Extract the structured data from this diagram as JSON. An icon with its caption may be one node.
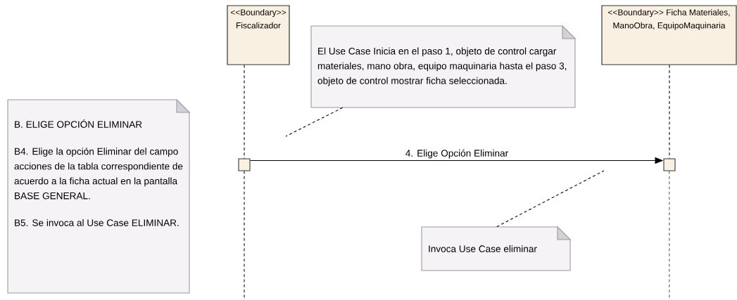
{
  "diagram": {
    "nodes": [
      {
        "text": [
          "<<Boundary>> Fiscalizador"
        ]
      },
      {
        "text": [
          "<<Boundary>> Ficha Materiales, ManoObra, EquipoMaquinaria"
        ]
      },
      {
        "text": [
          "El Use Case Inicia en el paso 1, objeto de control cargar materiales, mano obra, equipo maquinaria hasta el paso 3, objeto de control mostrar ficha seleccionada."
        ]
      },
      {
        "text": [
          "B. ELIGE OPCIÓN ELIMINAR",
          "B4. Elige la opción Eliminar del campo acciones de la tabla correspondiente de acuerdo a la ficha actual en la pantalla BASE GENERAL.",
          "B5. Se invoca al Use Case ELIMINAR."
        ]
      },
      {
        "text": [],
        "shape": "box"
      },
      {
        "text": [],
        "shape": "box"
      },
      {
        "text": [
          "Invoca Use Case eliminar"
        ]
      }
    ],
    "edges": [
      {
        "from": 0,
        "to": 4,
        "arrow": "none",
        "style": "dashed"
      },
      {
        "from": 1,
        "to": 5,
        "arrow": "none",
        "style": "dashed"
      },
      {
        "from": 4,
        "to": 5,
        "arrow": "to",
        "label": "4. Elige Opción Eliminar"
      },
      {
        "from": 4,
        "to": null,
        "arrow": "none",
        "style": "dashed"
      },
      {
        "from": 5,
        "to": null,
        "arrow": "none",
        "style": "dashed"
      },
      {
        "from": 2,
        "to": null,
        "arrow": "none",
        "style": "dashed"
      },
      {
        "from": 6,
        "to": null,
        "arrow": "none",
        "style": "dashed"
      }
    ]
  }
}
